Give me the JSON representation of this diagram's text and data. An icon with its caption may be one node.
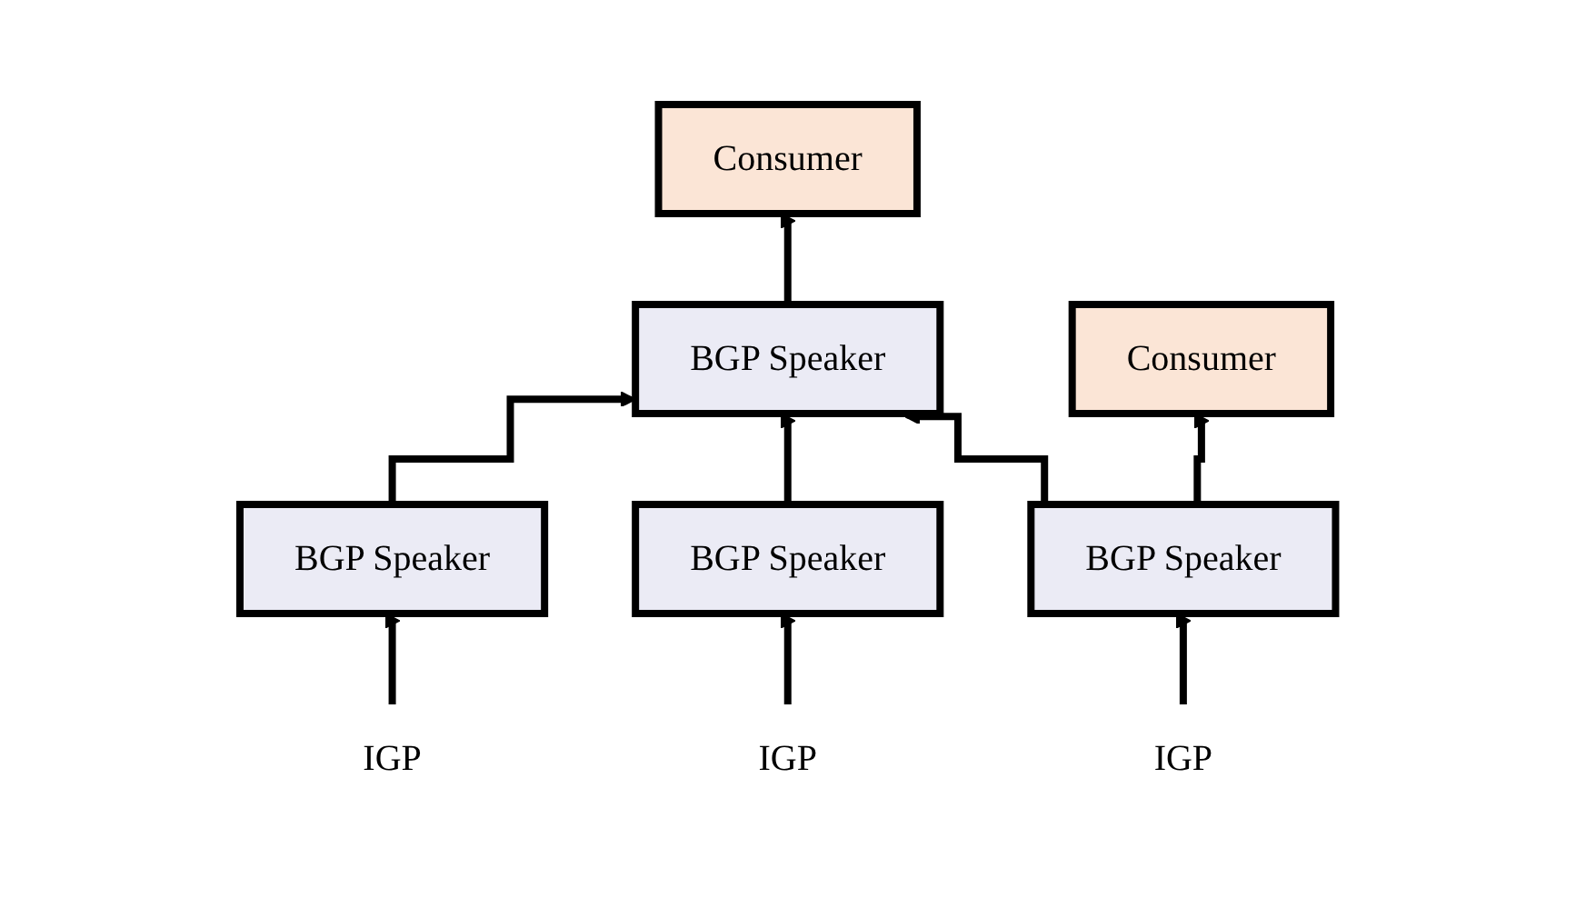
{
  "diagram": {
    "nodes": [
      {
        "text": [
          "Consumer"
        ]
      },
      {
        "text": [
          "BGP Speaker"
        ]
      },
      {
        "text": [
          "Consumer"
        ]
      },
      {
        "text": [
          "BGP Speaker"
        ]
      },
      {
        "text": [
          "BGP Speaker"
        ]
      },
      {
        "text": [
          "BGP Speaker"
        ]
      },
      {
        "text": [
          "IGP"
        ]
      },
      {
        "text": [
          "IGP"
        ]
      },
      {
        "text": [
          "IGP"
        ]
      }
    ],
    "edges": [
      {
        "from": 1,
        "to": 0,
        "arrow": "to"
      },
      {
        "from": 3,
        "to": 1,
        "arrow": "to"
      },
      {
        "from": 4,
        "to": 1,
        "arrow": "to"
      },
      {
        "from": 5,
        "to": 1,
        "arrow": "to"
      },
      {
        "from": 5,
        "to": 2,
        "arrow": "to"
      },
      {
        "from": 6,
        "to": 3,
        "arrow": "to"
      },
      {
        "from": 7,
        "to": 4,
        "arrow": "to"
      },
      {
        "from": 8,
        "to": 5,
        "arrow": "to"
      }
    ]
  }
}
